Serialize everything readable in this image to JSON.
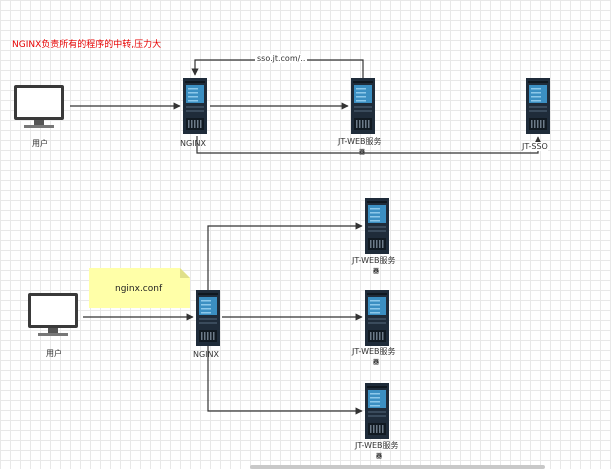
{
  "title": "NGINX负责所有的程序的中转,压力大",
  "top": {
    "user_label": "用户",
    "nginx_label": "NGINX",
    "web_label": "JT-WEB服务",
    "web_sub": "器",
    "sso_label": "JT-SSO",
    "url_label": "sso.jt.com/.."
  },
  "bottom": {
    "user_label": "用户",
    "nginx_label": "NGINX",
    "note_label": "nginx.conf",
    "servers": [
      {
        "label": "JT-WEB服务",
        "sub": "器"
      },
      {
        "label": "JT-WEB服务",
        "sub": "器"
      },
      {
        "label": "JT-WEB服务",
        "sub": "器"
      }
    ]
  },
  "colors": {
    "server_body": "#1f2c3a",
    "server_panel": "#3b8fc2",
    "note_fill": "#ffffa8",
    "arrow": "#333333",
    "title": "#e60000"
  }
}
